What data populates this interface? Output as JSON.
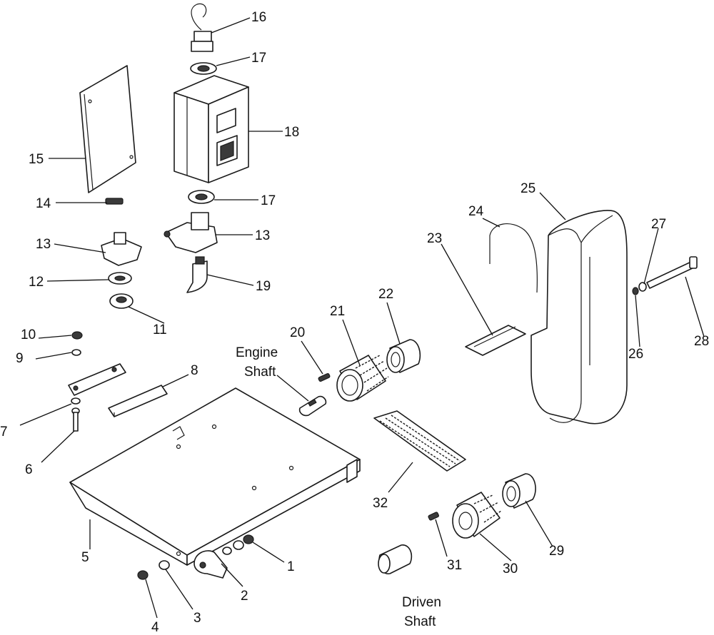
{
  "callouts": {
    "c1": "1",
    "c2": "2",
    "c3": "3",
    "c4": "4",
    "c5": "5",
    "c6": "6",
    "c7": "7",
    "c8": "8",
    "c9": "9",
    "c10": "10",
    "c11": "11",
    "c12": "12",
    "c13a": "13",
    "c13b": "13",
    "c14": "14",
    "c15": "15",
    "c16": "16",
    "c17a": "17",
    "c17b": "17",
    "c18": "18",
    "c19": "19",
    "c20": "20",
    "c21": "21",
    "c22": "22",
    "c23": "23",
    "c24": "24",
    "c25": "25",
    "c26": "26",
    "c27": "27",
    "c28": "28",
    "c29": "29",
    "c30": "30",
    "c31": "31",
    "c32": "32"
  },
  "labels": {
    "engine_shaft_line1": "Engine",
    "engine_shaft_line2": "Shaft",
    "driven_shaft_line1": "Driven",
    "driven_shaft_line2": "Shaft"
  }
}
